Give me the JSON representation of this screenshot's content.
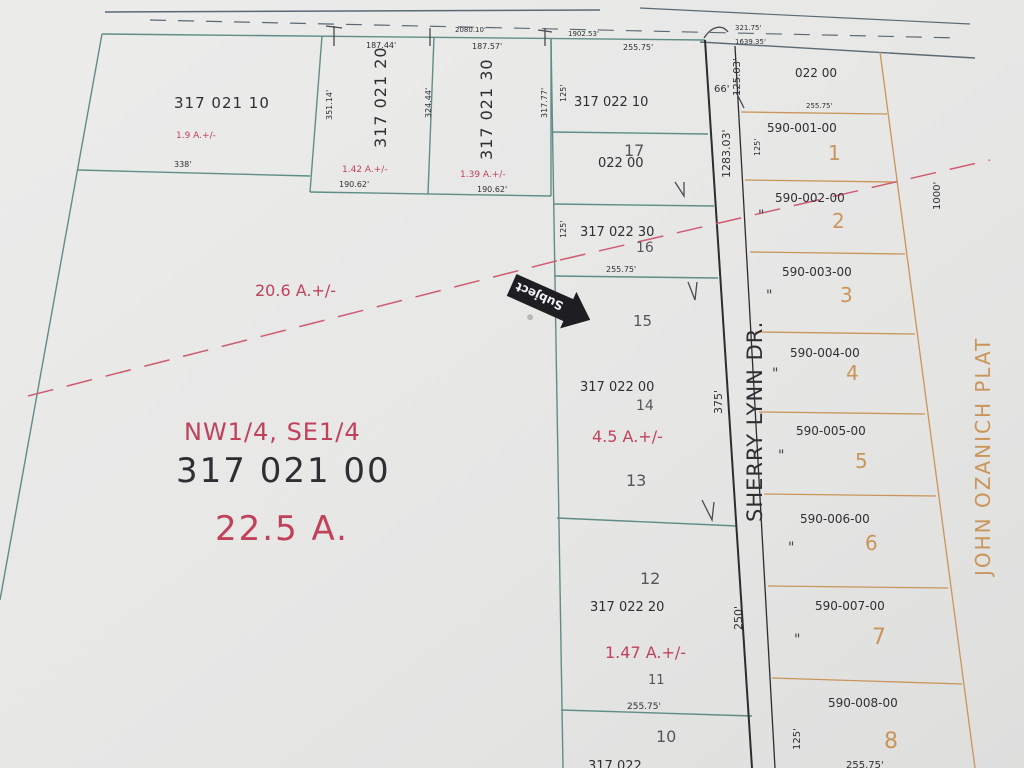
{
  "map": {
    "parcels": {
      "big_parcel": {
        "quarter": "NW1/4, SE1/4",
        "number": "317 021 00",
        "acreage": "22.5 A."
      },
      "p021_10": {
        "number": "317 021 10",
        "acreage": "1.9 A.+/-",
        "dim_bottom": "338'"
      },
      "p021_20": {
        "number": "317 021 20",
        "acreage": "1.42 A.+/-",
        "dim_top": "187.44'",
        "dim_bottom": "190.62'",
        "dim_left": "351.14'"
      },
      "p021_30": {
        "number": "317 021 30",
        "acreage": "1.39 A.+/-",
        "dim_top": "187.57'",
        "dim_bottom": "190.62'",
        "dim_left": "324.44'",
        "dim_right": "317.77'"
      },
      "p022_10": {
        "number": "317 022 10",
        "dim_top": "255.75'",
        "dim_left": "125'",
        "lot": "17"
      },
      "p022_00_top": {
        "number": "022 00"
      },
      "p022_30": {
        "number": "317 022 30",
        "dim_bottom": "255.75'",
        "dim_left": "125'",
        "lot": "16"
      },
      "p022_00": {
        "number": "317 022 00",
        "acreage": "4.5 A.+/-",
        "dim_right": "375'",
        "lot_a": "14",
        "lot_b": "13",
        "lot_c": "15"
      },
      "p022_20": {
        "number": "317 022 20",
        "acreage": "1.47 A.+/-",
        "dim_bottom": "255.75'",
        "dim_right": "250'",
        "lot_a": "12",
        "lot_b": "11"
      },
      "p_bottom": {
        "number": "317 022 ...",
        "lot": "10"
      }
    },
    "annotations": {
      "acreage_20_6": "20.6 A.+/-",
      "top_dim_1": "2080.10'",
      "top_dim_2": "1902.53'",
      "top_dim_3": "321.75'",
      "top_dim_4": "1639.35'",
      "road_dim_1": "66'",
      "road_dim_2": "125.03'",
      "road_dim_3": "1283.03'",
      "right_dim": "1000'"
    },
    "road_name": "SHERRY LYNN DR.",
    "plat_name": "JOHN OZANICH PLAT",
    "subject_tag": "Subject",
    "plat_lots": [
      {
        "number": "022 00",
        "lot": "",
        "dim": "255.75'"
      },
      {
        "number": "590-001-00",
        "lot": "1"
      },
      {
        "number": "590-002-00",
        "lot": "2"
      },
      {
        "number": "590-003-00",
        "lot": "3"
      },
      {
        "number": "590-004-00",
        "lot": "4"
      },
      {
        "number": "590-005-00",
        "lot": "5"
      },
      {
        "number": "590-006-00",
        "lot": "6"
      },
      {
        "number": "590-007-00",
        "lot": "7"
      },
      {
        "number": "590-008-00",
        "lot": "8",
        "dim": "255.75'"
      }
    ],
    "plat_side_dims": [
      "125'",
      "125'"
    ],
    "colors": {
      "line": "#5f8d86",
      "black_text": "#2f2f33",
      "red_text": "#c2415a",
      "orange_text": "#c9955a",
      "paper": "#e9e9e8"
    }
  }
}
